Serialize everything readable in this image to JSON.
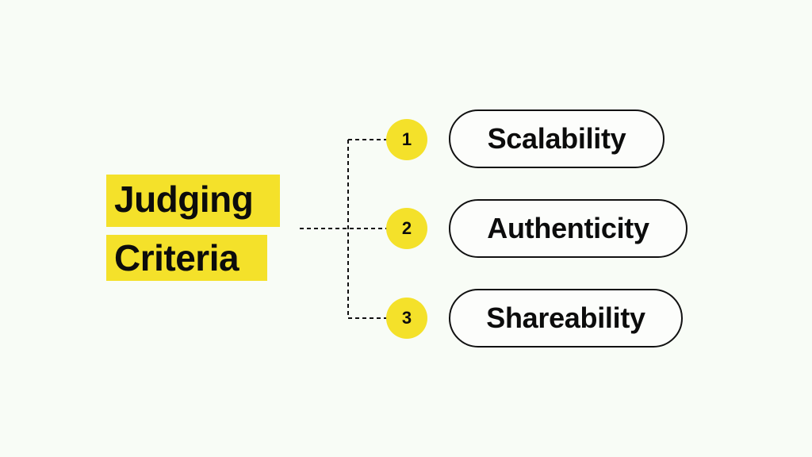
{
  "title": {
    "line1": "Judging",
    "line2": "Criteria"
  },
  "criteria": [
    {
      "number": "1",
      "label": "Scalability"
    },
    {
      "number": "2",
      "label": "Authenticity"
    },
    {
      "number": "3",
      "label": "Shareability"
    }
  ],
  "colors": {
    "background": "#f8fcf6",
    "highlight": "#f4e12a",
    "text": "#0c0c0c",
    "outline": "#111111"
  }
}
